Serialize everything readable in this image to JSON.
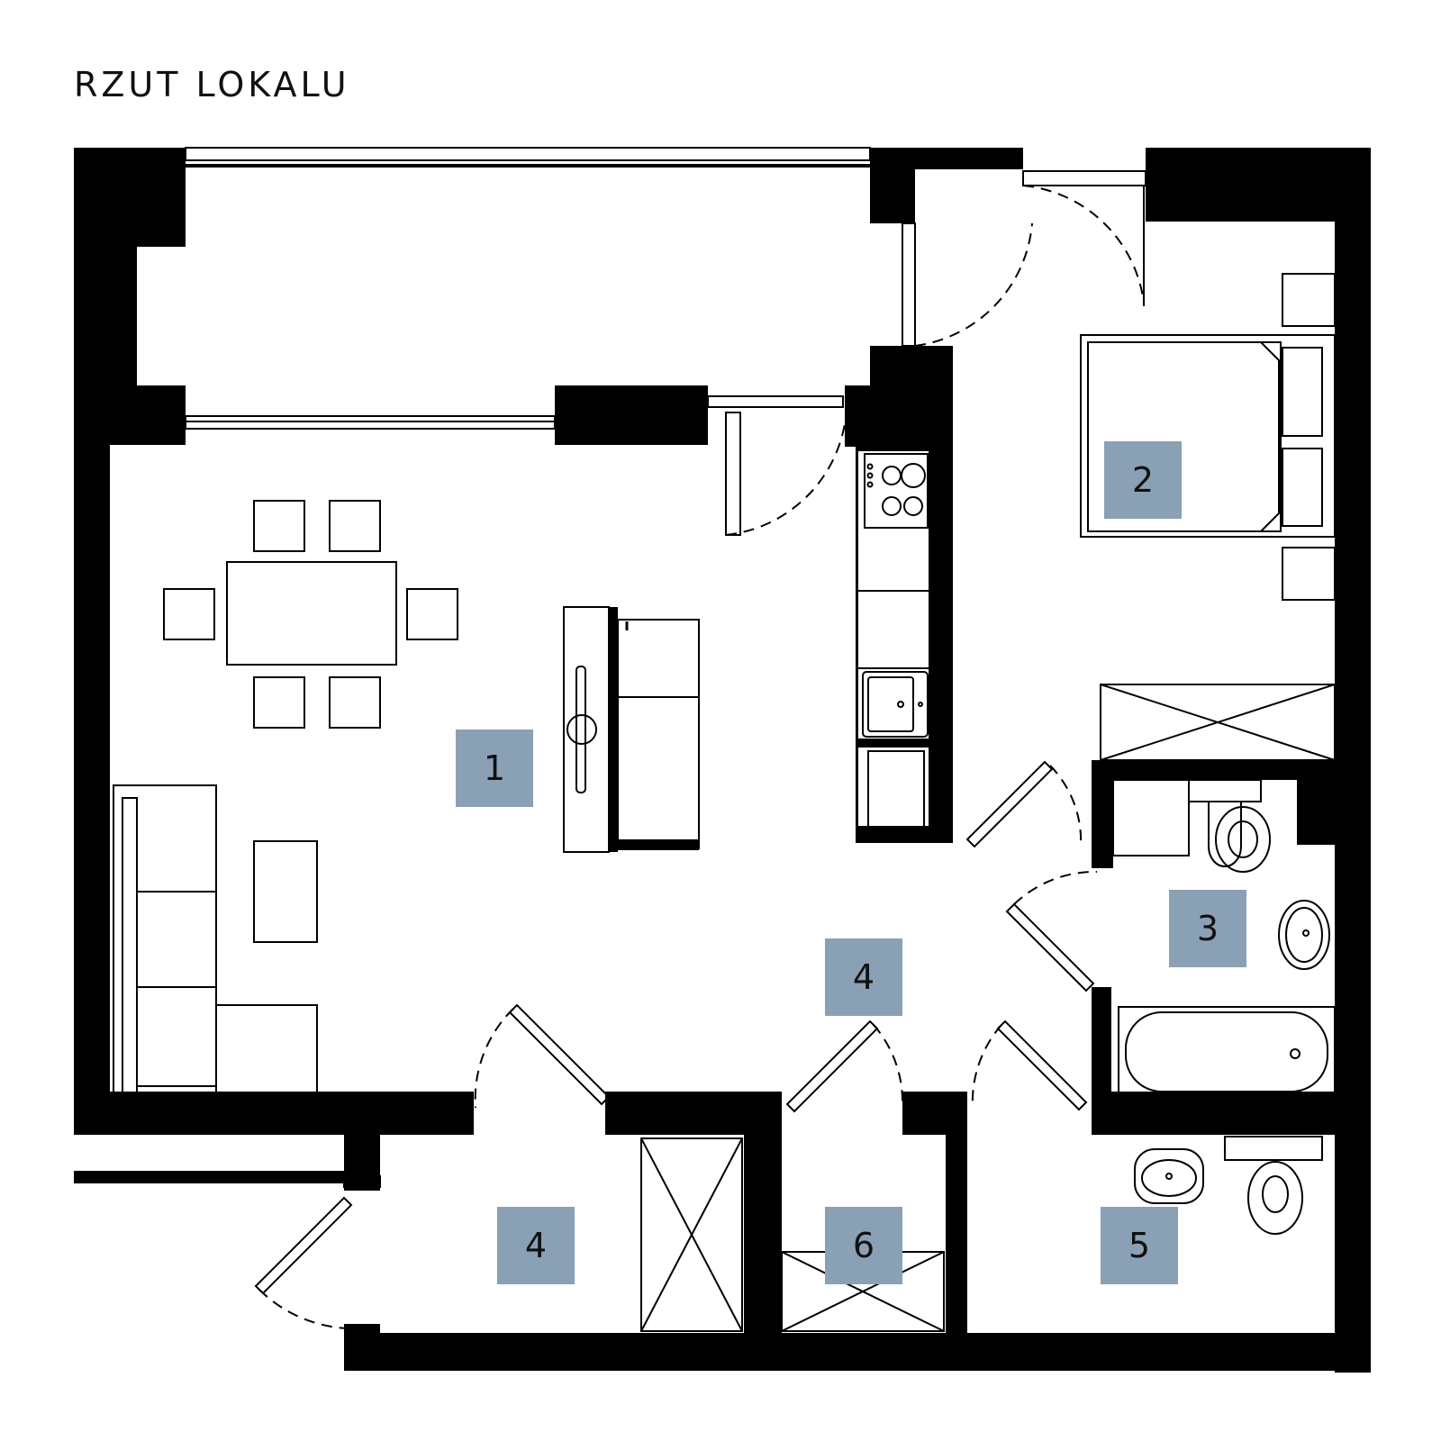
{
  "title": "RZUT LOKALU",
  "colors": {
    "wall": "#000000",
    "room_label_bg": "#8aa0b5",
    "background": "#ffffff"
  },
  "rooms": [
    {
      "id": "room-1",
      "number": "1"
    },
    {
      "id": "room-2",
      "number": "2"
    },
    {
      "id": "room-3",
      "number": "3"
    },
    {
      "id": "room-4a",
      "number": "4"
    },
    {
      "id": "room-4b",
      "number": "4"
    },
    {
      "id": "room-5",
      "number": "5"
    },
    {
      "id": "room-6",
      "number": "6"
    }
  ],
  "fixtures": [
    "dining-table",
    "chairs",
    "sofa",
    "coffee-table",
    "kitchen-counter",
    "cooktop",
    "kitchen-sink",
    "double-bed",
    "wardrobe",
    "toilet",
    "washbasin",
    "bathtub",
    "closet"
  ]
}
